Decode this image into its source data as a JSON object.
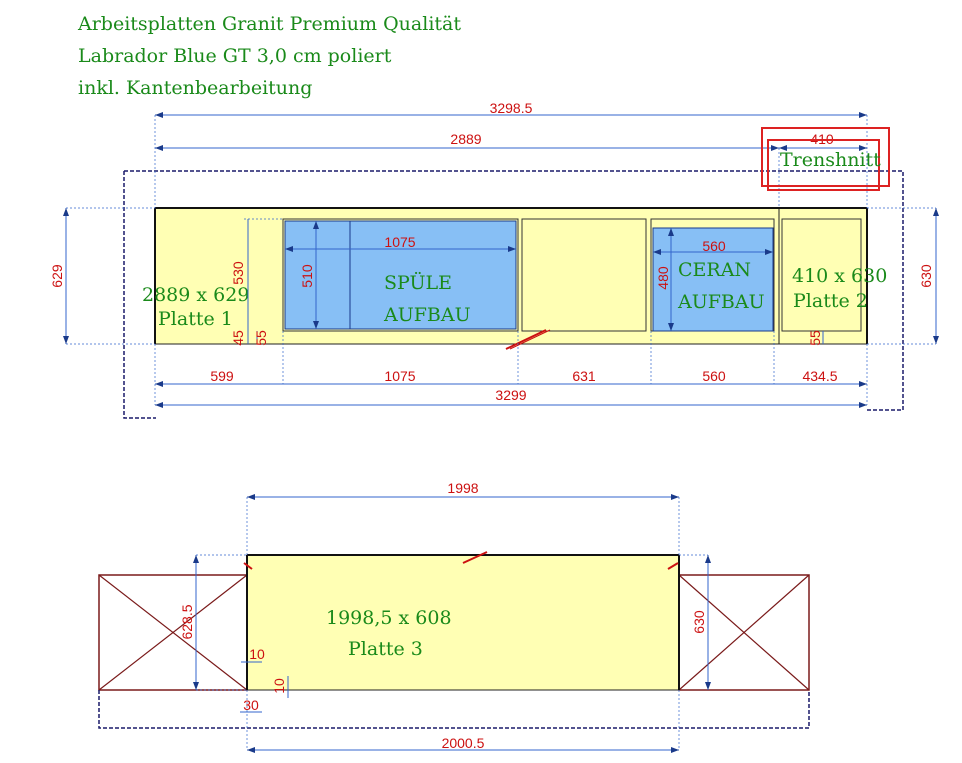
{
  "header": {
    "line1": "Arbeitsplatten Granit Premium Qualität",
    "line2": "Labrador Blue GT 3,0 cm poliert",
    "line3": "inkl. Kantenbearbeitung"
  },
  "top_plan": {
    "total_outer": "3298.5",
    "plate1_length": "2889",
    "plate2_length": "410",
    "cut_label": "Trenshnitt",
    "sink_width": "1075",
    "sink_label_1": "SPÜLE",
    "sink_label_2": "AUFBAU",
    "sink_depth": "510",
    "cooktop_width": "560",
    "cooktop_label_1": "CERAN",
    "cooktop_label_2": "AUFBAU",
    "cooktop_depth": "480",
    "plate1_size": "2889 x 629",
    "plate1_name": "Platte 1",
    "plate2_size": "410 x 630",
    "plate2_name": "Platte 2",
    "left_depth": "629",
    "right_depth": "630",
    "inner_depth": "530",
    "edge_45": "45",
    "edge_55_left": "55",
    "edge_55_right": "55",
    "seg_599": "599",
    "seg_1075": "1075",
    "seg_631": "631",
    "seg_560": "560",
    "seg_434": "434.5",
    "total_bottom": "3299"
  },
  "bottom_plan": {
    "top_length": "1998",
    "plate3_size": "1998,5 x 608",
    "plate3_name": "Platte 3",
    "left_depth": "628.5",
    "right_depth": "630",
    "gap_10_h": "10",
    "gap_10_v": "10",
    "gap_30": "30",
    "bottom_length": "2000.5"
  },
  "colors": {
    "plate_fill": "#ffffb4",
    "cutout_fill": "#87bff5",
    "text_green": "#1a8a1a",
    "dim_red": "#cc1111",
    "dim_blue": "#3366cc",
    "cross_brown": "#7a1a1a",
    "cut_box_red": "#dd2222"
  }
}
